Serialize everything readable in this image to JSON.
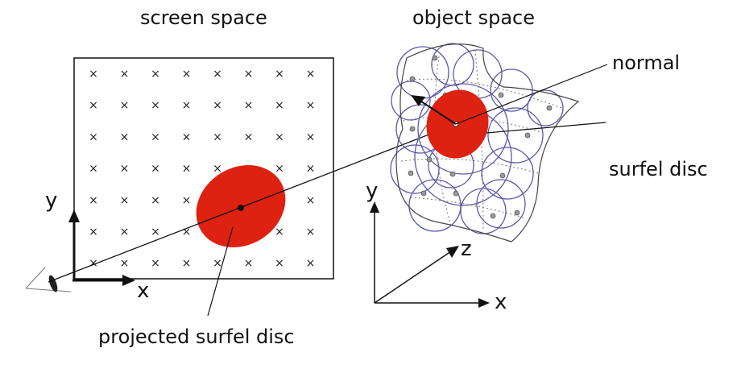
{
  "labels": {
    "screen_space": "screen space",
    "object_space": "object space",
    "normal": "normal",
    "surfel_disc": "surfel disc",
    "projected_surfel_disc": "projected surfel disc",
    "screen_y": "y",
    "screen_x": "x",
    "object_y": "y",
    "object_z": "z",
    "object_x": "x"
  },
  "grid": {
    "columns": 8,
    "rows": 7,
    "marker": "×"
  },
  "colors": {
    "disc_fill": "#dd2211",
    "surfel_outline": "#5a5aa8",
    "line": "#111111"
  }
}
